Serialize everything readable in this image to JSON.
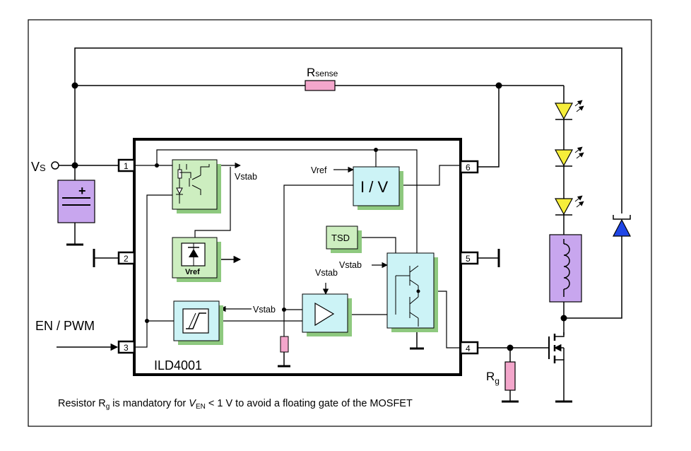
{
  "diagram": {
    "ic_name": "ILD4001",
    "labels": {
      "vs": "V",
      "vs_sub": "S",
      "rsense": "R",
      "rsense_sub": "sense",
      "en_pwm": "EN / PWM",
      "rg": "R",
      "rg_sub": "g",
      "vstab_reg": "Vstab",
      "vstab_cmp": "Vstab",
      "vstab_amp": "Vstab",
      "vstab_drv": "Vstab",
      "vref_in": "Vref",
      "vref_block": "Vref",
      "iv_block": "I / V",
      "tsd_block": "TSD"
    },
    "pins": [
      "1",
      "2",
      "3",
      "4",
      "5",
      "6"
    ],
    "note": {
      "part1": "Resistor R",
      "part1_sub": "g",
      "part2": " is mandatory for ",
      "part3": "V",
      "part3_sub": "EN",
      "part4": " < 1 V to avoid a floating gate of the MOSFET"
    },
    "colors": {
      "block_green": "#cdeec0",
      "block_cyan": "#ccf3f6",
      "shadow_green": "#8ec97f",
      "capacitor": "#c8a6ee",
      "inductor": "#c8a6ee",
      "resistor": "#f3a6cb",
      "led": "#f6ee3a",
      "diode_blue": "#1f46e6"
    }
  }
}
